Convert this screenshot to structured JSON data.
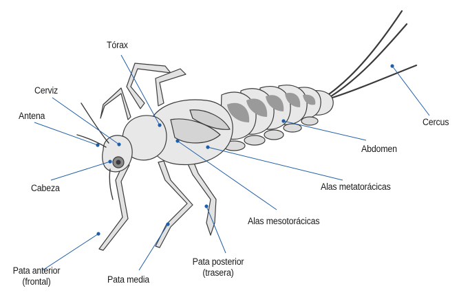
{
  "labels": {
    "torax": "Tórax",
    "cerviz": "Cerviz",
    "antena": "Antena",
    "cabeza": "Cabeza",
    "cercus": "Cercus",
    "abdomen": "Abdomen",
    "alas_meta": "Alas metatorácicas",
    "alas_meso": "Alas mesotorácicas",
    "pata_anterior_1": "Pata anterior",
    "pata_anterior_2": "(frontal)",
    "pata_media": "Pata media",
    "pata_posterior_1": "Pata posterior",
    "pata_posterior_2": "(trasera)"
  },
  "colors": {
    "leader": "#1f5fa8",
    "dot": "#1f5fa8",
    "insect_stroke": "#3a3a3a",
    "insect_fill": "#e6e6e6",
    "shade": "#bdbdbd"
  }
}
